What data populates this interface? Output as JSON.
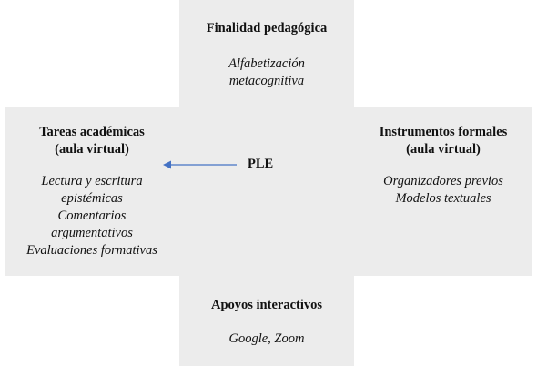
{
  "top": {
    "title": "Finalidad pedagógica",
    "items": [
      "Alfabetización",
      "metacognitiva"
    ]
  },
  "left": {
    "title": [
      "Tareas académicas",
      "(aula virtual)"
    ],
    "items": [
      "Lectura y escritura",
      "epistémicas",
      "Comentarios",
      "argumentativos",
      "Evaluaciones formativas"
    ]
  },
  "right": {
    "title": [
      "Instrumentos formales",
      "(aula virtual)"
    ],
    "items": [
      "Organizadores previos",
      "Modelos textuales"
    ]
  },
  "bottom": {
    "title": "Apoyos interactivos",
    "items": [
      "Google, Zoom"
    ]
  },
  "center": {
    "label": "PLE"
  },
  "colors": {
    "background": "#ececec",
    "arrow": "#4472c4"
  }
}
